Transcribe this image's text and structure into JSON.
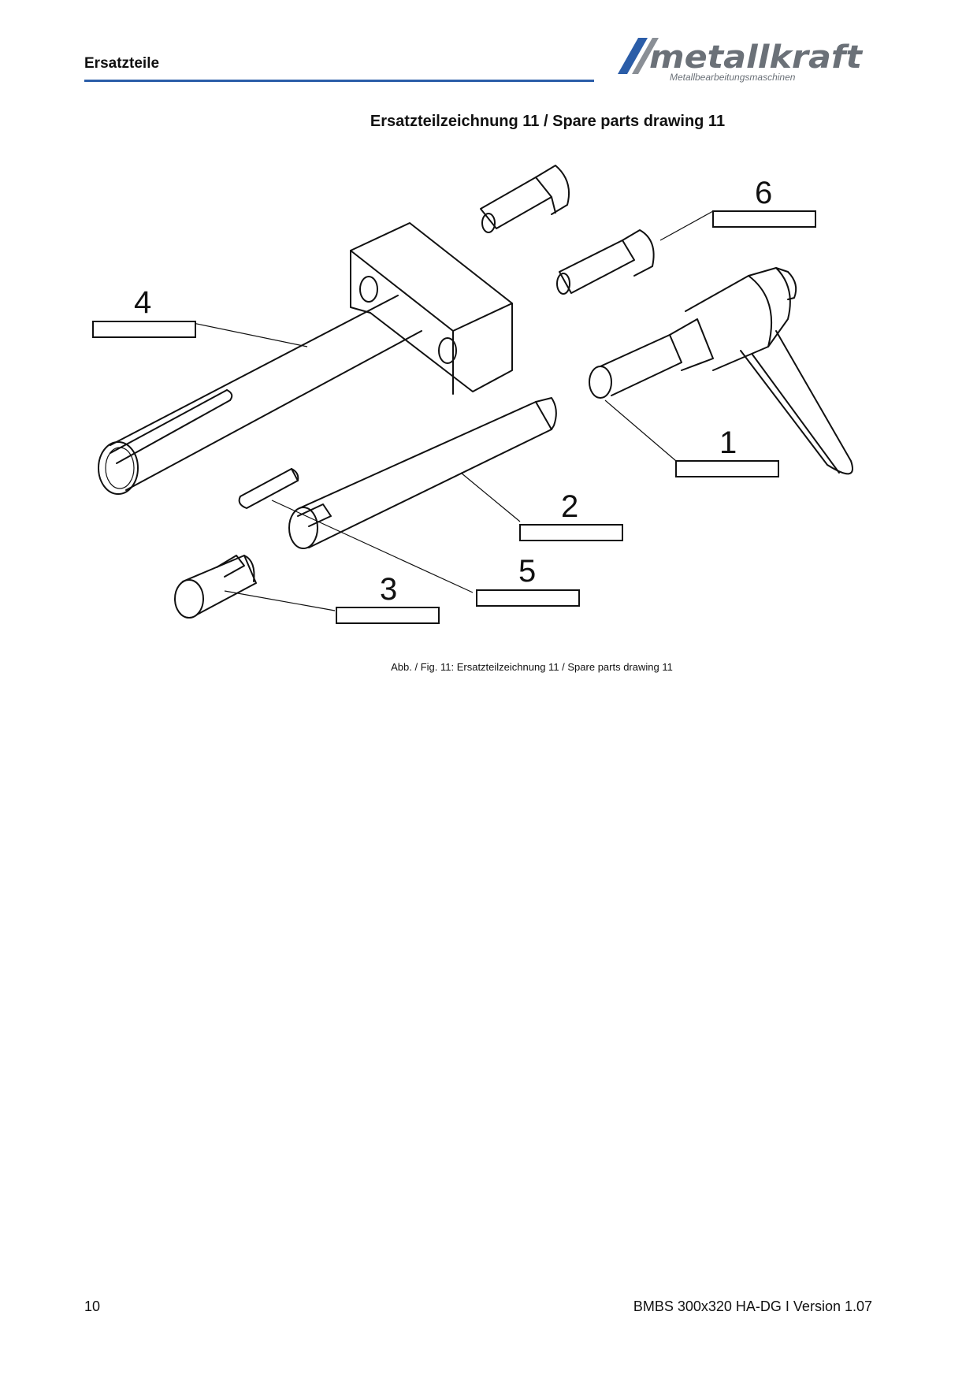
{
  "header": {
    "section_title": "Ersatzteile",
    "logo_brand": "metallkraft",
    "logo_tagline": "Metallbearbeitungsmaschinen",
    "rule_color": "#2b5da8"
  },
  "drawing": {
    "title": "Ersatzteilzeichnung 11 / Spare parts drawing 11",
    "callouts": [
      "1",
      "2",
      "3",
      "4",
      "5",
      "6"
    ],
    "caption": "Abb. / Fig. 11: Ersatzteilzeichnung 11 / Spare parts drawing 11"
  },
  "footer": {
    "page_number": "10",
    "document_info": "BMBS 300x320 HA-DG I Version 1.07"
  }
}
